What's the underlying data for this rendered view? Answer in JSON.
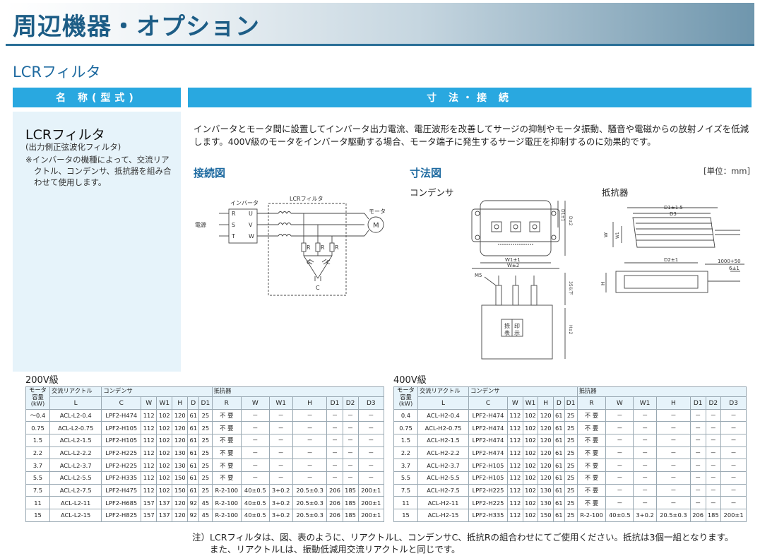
{
  "page": {
    "title": "周辺機器・オプション",
    "subtitle": "LCRフィルタ"
  },
  "headers": {
    "left": "名 称(型式)",
    "right": "寸 法・接 続"
  },
  "product": {
    "name": "LCRフィルタ",
    "subname": "(出力側正弦波化フィルタ)",
    "note": "※インバータの機種によって、交流リアクトル、コンデンサ、抵抗器を組み合わせて使用します。"
  },
  "description": "インバータとモータ間に設置してインバータ出力電流、電圧波形を改善してサージの抑制やモータ振動、騒音や電磁からの放射ノイズを低減します。400V級のモータをインバータ駆動する場合、モータ端子に発生するサージ電圧を抑制するのに効果的です。",
  "sections": {
    "wiring": "接続図",
    "dimensions": "寸法図",
    "unit": "[単位：mm]",
    "capacitor": "コンデンサ",
    "resistor": "抵抗器"
  },
  "wiring_diagram": {
    "inverter": "インバータ",
    "filter": "LCRフィルタ",
    "motor": "モータ",
    "power": "電源",
    "motor_symbol": "M",
    "inputs": [
      "R",
      "S",
      "T"
    ],
    "outputs": [
      "U",
      "V",
      "W"
    ],
    "resistor": "R",
    "capacitor": "C"
  },
  "capacitor_drawing": {
    "w1": "W1±1",
    "w": "W±2",
    "d1": "D1±1",
    "d": "D±2",
    "hole": "M5",
    "height_top": "35以下",
    "h": "H±2",
    "stamp": [
      "捺",
      "表",
      "印",
      "示"
    ]
  },
  "resistor_drawing": {
    "d1": "D1±1.5",
    "d3": "D3",
    "w": "W",
    "w1": "W1",
    "h": "H",
    "d2": "D2±1",
    "lead": "1000+50",
    "strip": "6±1"
  },
  "tables": {
    "grade_200": "200V級",
    "grade_400": "400V級",
    "columns": {
      "motor": [
        "モータ",
        "容量",
        "(kW)"
      ],
      "reactor": "交流リアクトル",
      "reactor_letter": "L",
      "capacitor": "コンデンサ",
      "capacitor_letter": "C",
      "resistor": "抵抗器",
      "resistor_letter": "R",
      "cap_dims": [
        "W",
        "W1",
        "H",
        "D",
        "D1"
      ],
      "res_dims": [
        "W",
        "W1",
        "H",
        "D1",
        "D2",
        "D3"
      ]
    },
    "rows_200": [
      [
        "～0.4",
        "ACL-L2-0.4",
        "LPF2-H474",
        "112",
        "102",
        "120",
        "61",
        "25",
        "不 要",
        "－",
        "－",
        "－",
        "－",
        "－",
        "－"
      ],
      [
        "0.75",
        "ACL-L2-0.75",
        "LPF2-H105",
        "112",
        "102",
        "120",
        "61",
        "25",
        "不 要",
        "－",
        "－",
        "－",
        "－",
        "－",
        "－"
      ],
      [
        "1.5",
        "ACL-L2-1.5",
        "LPF2-H105",
        "112",
        "102",
        "120",
        "61",
        "25",
        "不 要",
        "－",
        "－",
        "－",
        "－",
        "－",
        "－"
      ],
      [
        "2.2",
        "ACL-L2-2.2",
        "LPF2-H225",
        "112",
        "102",
        "130",
        "61",
        "25",
        "不 要",
        "－",
        "－",
        "－",
        "－",
        "－",
        "－"
      ],
      [
        "3.7",
        "ACL-L2-3.7",
        "LPF2-H225",
        "112",
        "102",
        "130",
        "61",
        "25",
        "不 要",
        "－",
        "－",
        "－",
        "－",
        "－",
        "－"
      ],
      [
        "5.5",
        "ACL-L2-5.5",
        "LPF2-H335",
        "112",
        "102",
        "150",
        "61",
        "25",
        "不 要",
        "－",
        "－",
        "－",
        "－",
        "－",
        "－"
      ],
      [
        "7.5",
        "ACL-L2-7.5",
        "LPF2-H475",
        "112",
        "102",
        "150",
        "61",
        "25",
        "R-2-100",
        "40±0.5",
        "3+0.2",
        "20.5±0.3",
        "206",
        "185",
        "200±1"
      ],
      [
        "11",
        "ACL-L2-11",
        "LPF2-H685",
        "157",
        "137",
        "120",
        "92",
        "45",
        "R-2-100",
        "40±0.5",
        "3+0.2",
        "20.5±0.3",
        "206",
        "185",
        "200±1"
      ],
      [
        "15",
        "ACL-L2-15",
        "LPF2-H825",
        "157",
        "137",
        "120",
        "92",
        "45",
        "R-2-100",
        "40±0.5",
        "3+0.2",
        "20.5±0.3",
        "206",
        "185",
        "200±1"
      ]
    ],
    "rows_400": [
      [
        "0.4",
        "ACL-H2-0.4",
        "LPF2-H474",
        "112",
        "102",
        "120",
        "61",
        "25",
        "不 要",
        "－",
        "－",
        "－",
        "－",
        "－",
        "－"
      ],
      [
        "0.75",
        "ACL-H2-0.75",
        "LPF2-H474",
        "112",
        "102",
        "120",
        "61",
        "25",
        "不 要",
        "－",
        "－",
        "－",
        "－",
        "－",
        "－"
      ],
      [
        "1.5",
        "ACL-H2-1.5",
        "LPF2-H474",
        "112",
        "102",
        "120",
        "61",
        "25",
        "不 要",
        "－",
        "－",
        "－",
        "－",
        "－",
        "－"
      ],
      [
        "2.2",
        "ACL-H2-2.2",
        "LPF2-H474",
        "112",
        "102",
        "120",
        "61",
        "25",
        "不 要",
        "－",
        "－",
        "－",
        "－",
        "－",
        "－"
      ],
      [
        "3.7",
        "ACL-H2-3.7",
        "LPF2-H105",
        "112",
        "102",
        "120",
        "61",
        "25",
        "不 要",
        "－",
        "－",
        "－",
        "－",
        "－",
        "－"
      ],
      [
        "5.5",
        "ACL-H2-5.5",
        "LPF2-H105",
        "112",
        "102",
        "120",
        "61",
        "25",
        "不 要",
        "－",
        "－",
        "－",
        "－",
        "－",
        "－"
      ],
      [
        "7.5",
        "ACL-H2-7.5",
        "LPF2-H225",
        "112",
        "102",
        "130",
        "61",
        "25",
        "不 要",
        "－",
        "－",
        "－",
        "－",
        "－",
        "－"
      ],
      [
        "11",
        "ACL-H2-11",
        "LPF2-H225",
        "112",
        "102",
        "130",
        "61",
        "25",
        "不 要",
        "－",
        "－",
        "－",
        "－",
        "－",
        "－"
      ],
      [
        "15",
        "ACL-H2-15",
        "LPF2-H335",
        "112",
        "102",
        "150",
        "61",
        "25",
        "R-2-100",
        "40±0.5",
        "3+0.2",
        "20.5±0.3",
        "206",
        "185",
        "200±1"
      ]
    ]
  },
  "footnote": {
    "line1": "注）LCRフィルタは、図、表のように、リアクトルL、コンデンサC、抵抗Rの組合わせにてご使用ください。抵抗は3個一組となります。",
    "line2": "また、リアクトルLは、振動低減用交流リアクトルと同じです。"
  },
  "colors": {
    "accent": "#29a8e0",
    "title": "#1d5d86",
    "panel": "#e6f3fa"
  }
}
